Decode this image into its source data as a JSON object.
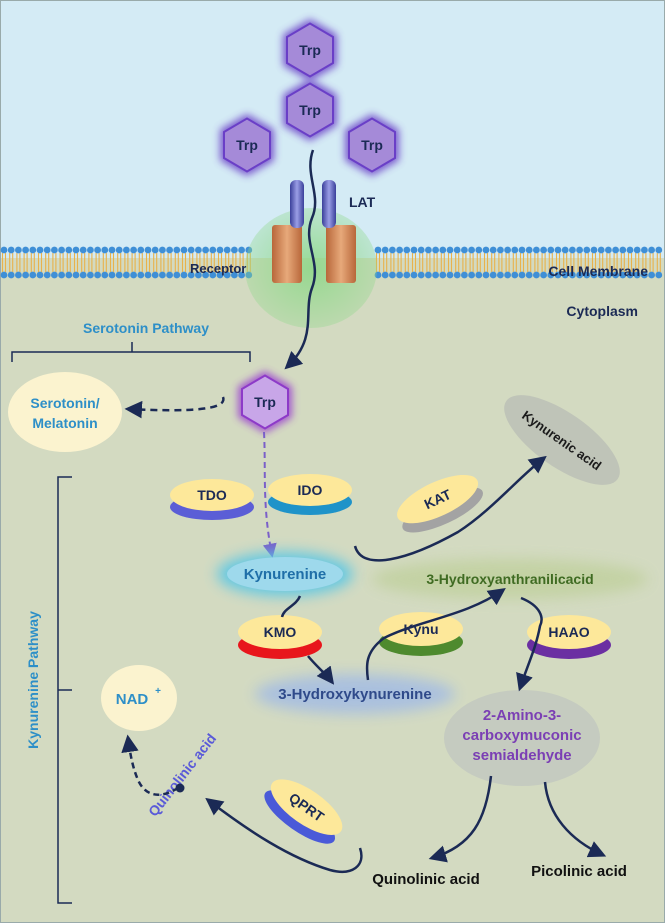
{
  "regions": {
    "cell_membrane": "Cell Membrane",
    "cytoplasm": "Cytoplasm",
    "receptor": "Receptor",
    "transporter": "LAT"
  },
  "molecules": {
    "trp": "Trp",
    "serotonin_line1": "Serotonin/",
    "serotonin_line2": "Melatonin",
    "kynurenine": "Kynurenine",
    "kynurenic_acid": "Kynurenic acid",
    "hydroxyanthranilic": "3-Hydroxyanthranilicacid",
    "hydroxykynurenine": "3-Hydroxykynurenine",
    "acms_line1": "2-Amino-3-",
    "acms_line2": "carboxymuconic",
    "acms_line3": "semialdehyde",
    "nad": "NAD",
    "nad_sup": "+",
    "quinolinic_acid": "Quinolinic acid",
    "quinolinic_acid_rotated": "Quinolinic acid",
    "picolinic_acid": "Picolinic acid"
  },
  "enzymes": {
    "tdo": "TDO",
    "ido": "IDO",
    "kat": "KAT",
    "kmo": "KMO",
    "kynu": "Kynu",
    "haao": "HAAO",
    "qprt": "QPRT"
  },
  "pathways": {
    "serotonin": "Serotonin Pathway",
    "kynurenine": "Kynurenine Pathway"
  },
  "colors": {
    "extracellular": "#d4ebf5",
    "cytoplasm": "#d3dac1",
    "membrane_head": "#3f8fd6",
    "membrane_tail": "#e8b24c",
    "trp_fill": "#a58ad8",
    "trp_glow": "#6a3fc7",
    "arrow": "#1b2a55",
    "pathway_label": "#2d8fc8",
    "enzyme_top": "#fde89a",
    "tdo_base": "#5b5ed6",
    "ido_base": "#1f93c9",
    "kat_base": "#a3a3a3",
    "kmo_base": "#e8161c",
    "kynu_base": "#4e8a2e",
    "haao_base": "#6b2fa2",
    "qprt_base": "#4a5ad8",
    "hydroxyanthranilic_text": "#3f6b22",
    "acms_text": "#7b3fb4",
    "quinolinic_rot_text": "#5a5ad8"
  }
}
